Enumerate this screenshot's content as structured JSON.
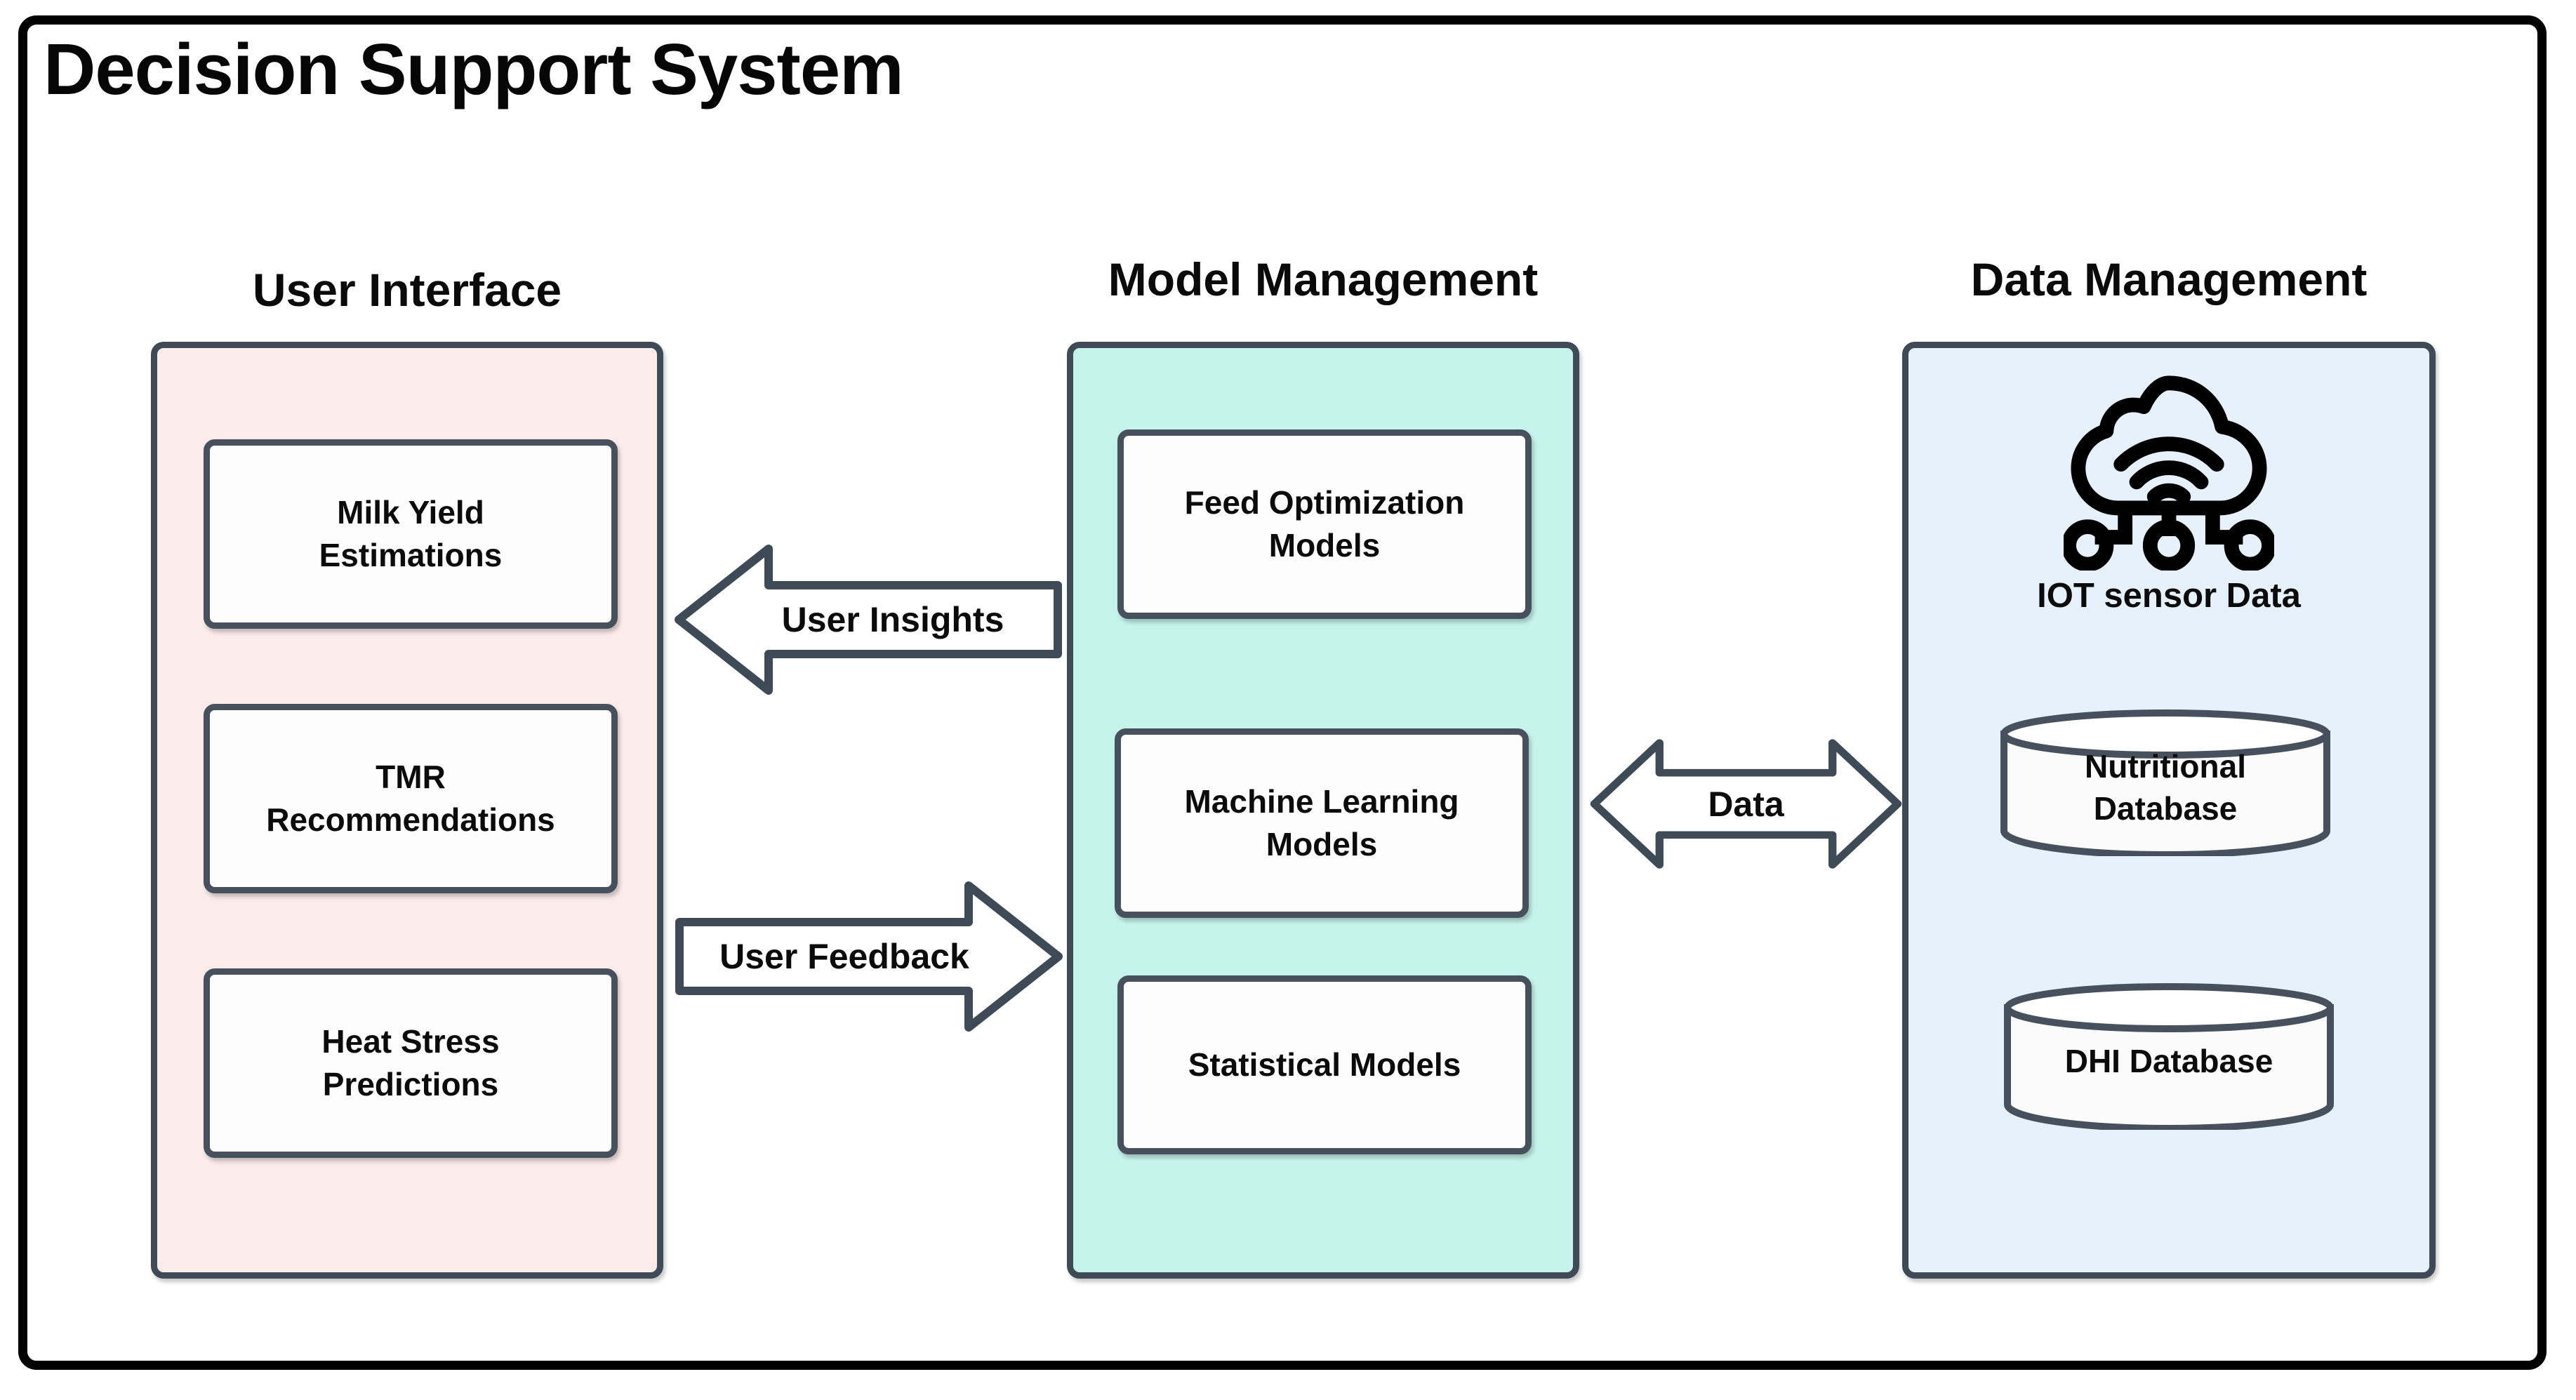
{
  "diagram": {
    "title": "Decision Support System",
    "colors": {
      "frame": "#000000",
      "node_border": "#47515e",
      "panel_border": "#3f4a57",
      "user_interface_fill": "#fcebeb",
      "model_management_fill": "#c6f4ed",
      "data_management_fill": "#e7f1fb",
      "node_fill": "#fdfdfd",
      "text": "#0b0b0b"
    },
    "columns": [
      {
        "id": "user-interface",
        "title": "User Interface",
        "nodes": [
          {
            "id": "milk-yield-estimations",
            "label": "Milk Yield\nEstimations",
            "line1": "Milk Yield",
            "line2": "Estimations"
          },
          {
            "id": "tmr-recommendations",
            "label": "TMR\nRecommendations",
            "line1": "TMR",
            "line2": "Recommendations"
          },
          {
            "id": "heat-stress-predictions",
            "label": "Heat Stress\nPredictions",
            "line1": "Heat Stress",
            "line2": "Predictions"
          }
        ]
      },
      {
        "id": "model-management",
        "title": "Model Management",
        "nodes": [
          {
            "id": "feed-optimization-models",
            "label": "Feed Optimization\nModels",
            "line1": "Feed Optimization",
            "line2": "Models"
          },
          {
            "id": "machine-learning-models",
            "label": "Machine Learning\nModels",
            "line1": "Machine Learning",
            "line2": "Models"
          },
          {
            "id": "statistical-models",
            "label": "Statistical Models",
            "line1": "Statistical Models",
            "line2": ""
          }
        ]
      },
      {
        "id": "data-management",
        "title": "Data Management",
        "iot": {
          "icon": "cloud-wifi-iot-icon",
          "label": "IOT sensor Data"
        },
        "databases": [
          {
            "id": "nutritional-database",
            "line1": "Nutritional",
            "line2": "Database"
          },
          {
            "id": "dhi-database",
            "line1": "DHI Database",
            "line2": ""
          }
        ]
      }
    ],
    "arrows": [
      {
        "id": "user-insights",
        "label": "User Insights",
        "direction": "left",
        "from": "model-management",
        "to": "user-interface"
      },
      {
        "id": "user-feedback",
        "label": "User Feedback",
        "direction": "right",
        "from": "user-interface",
        "to": "model-management"
      },
      {
        "id": "data",
        "label": "Data",
        "direction": "bidirectional",
        "from": "model-management",
        "to": "data-management"
      }
    ]
  }
}
